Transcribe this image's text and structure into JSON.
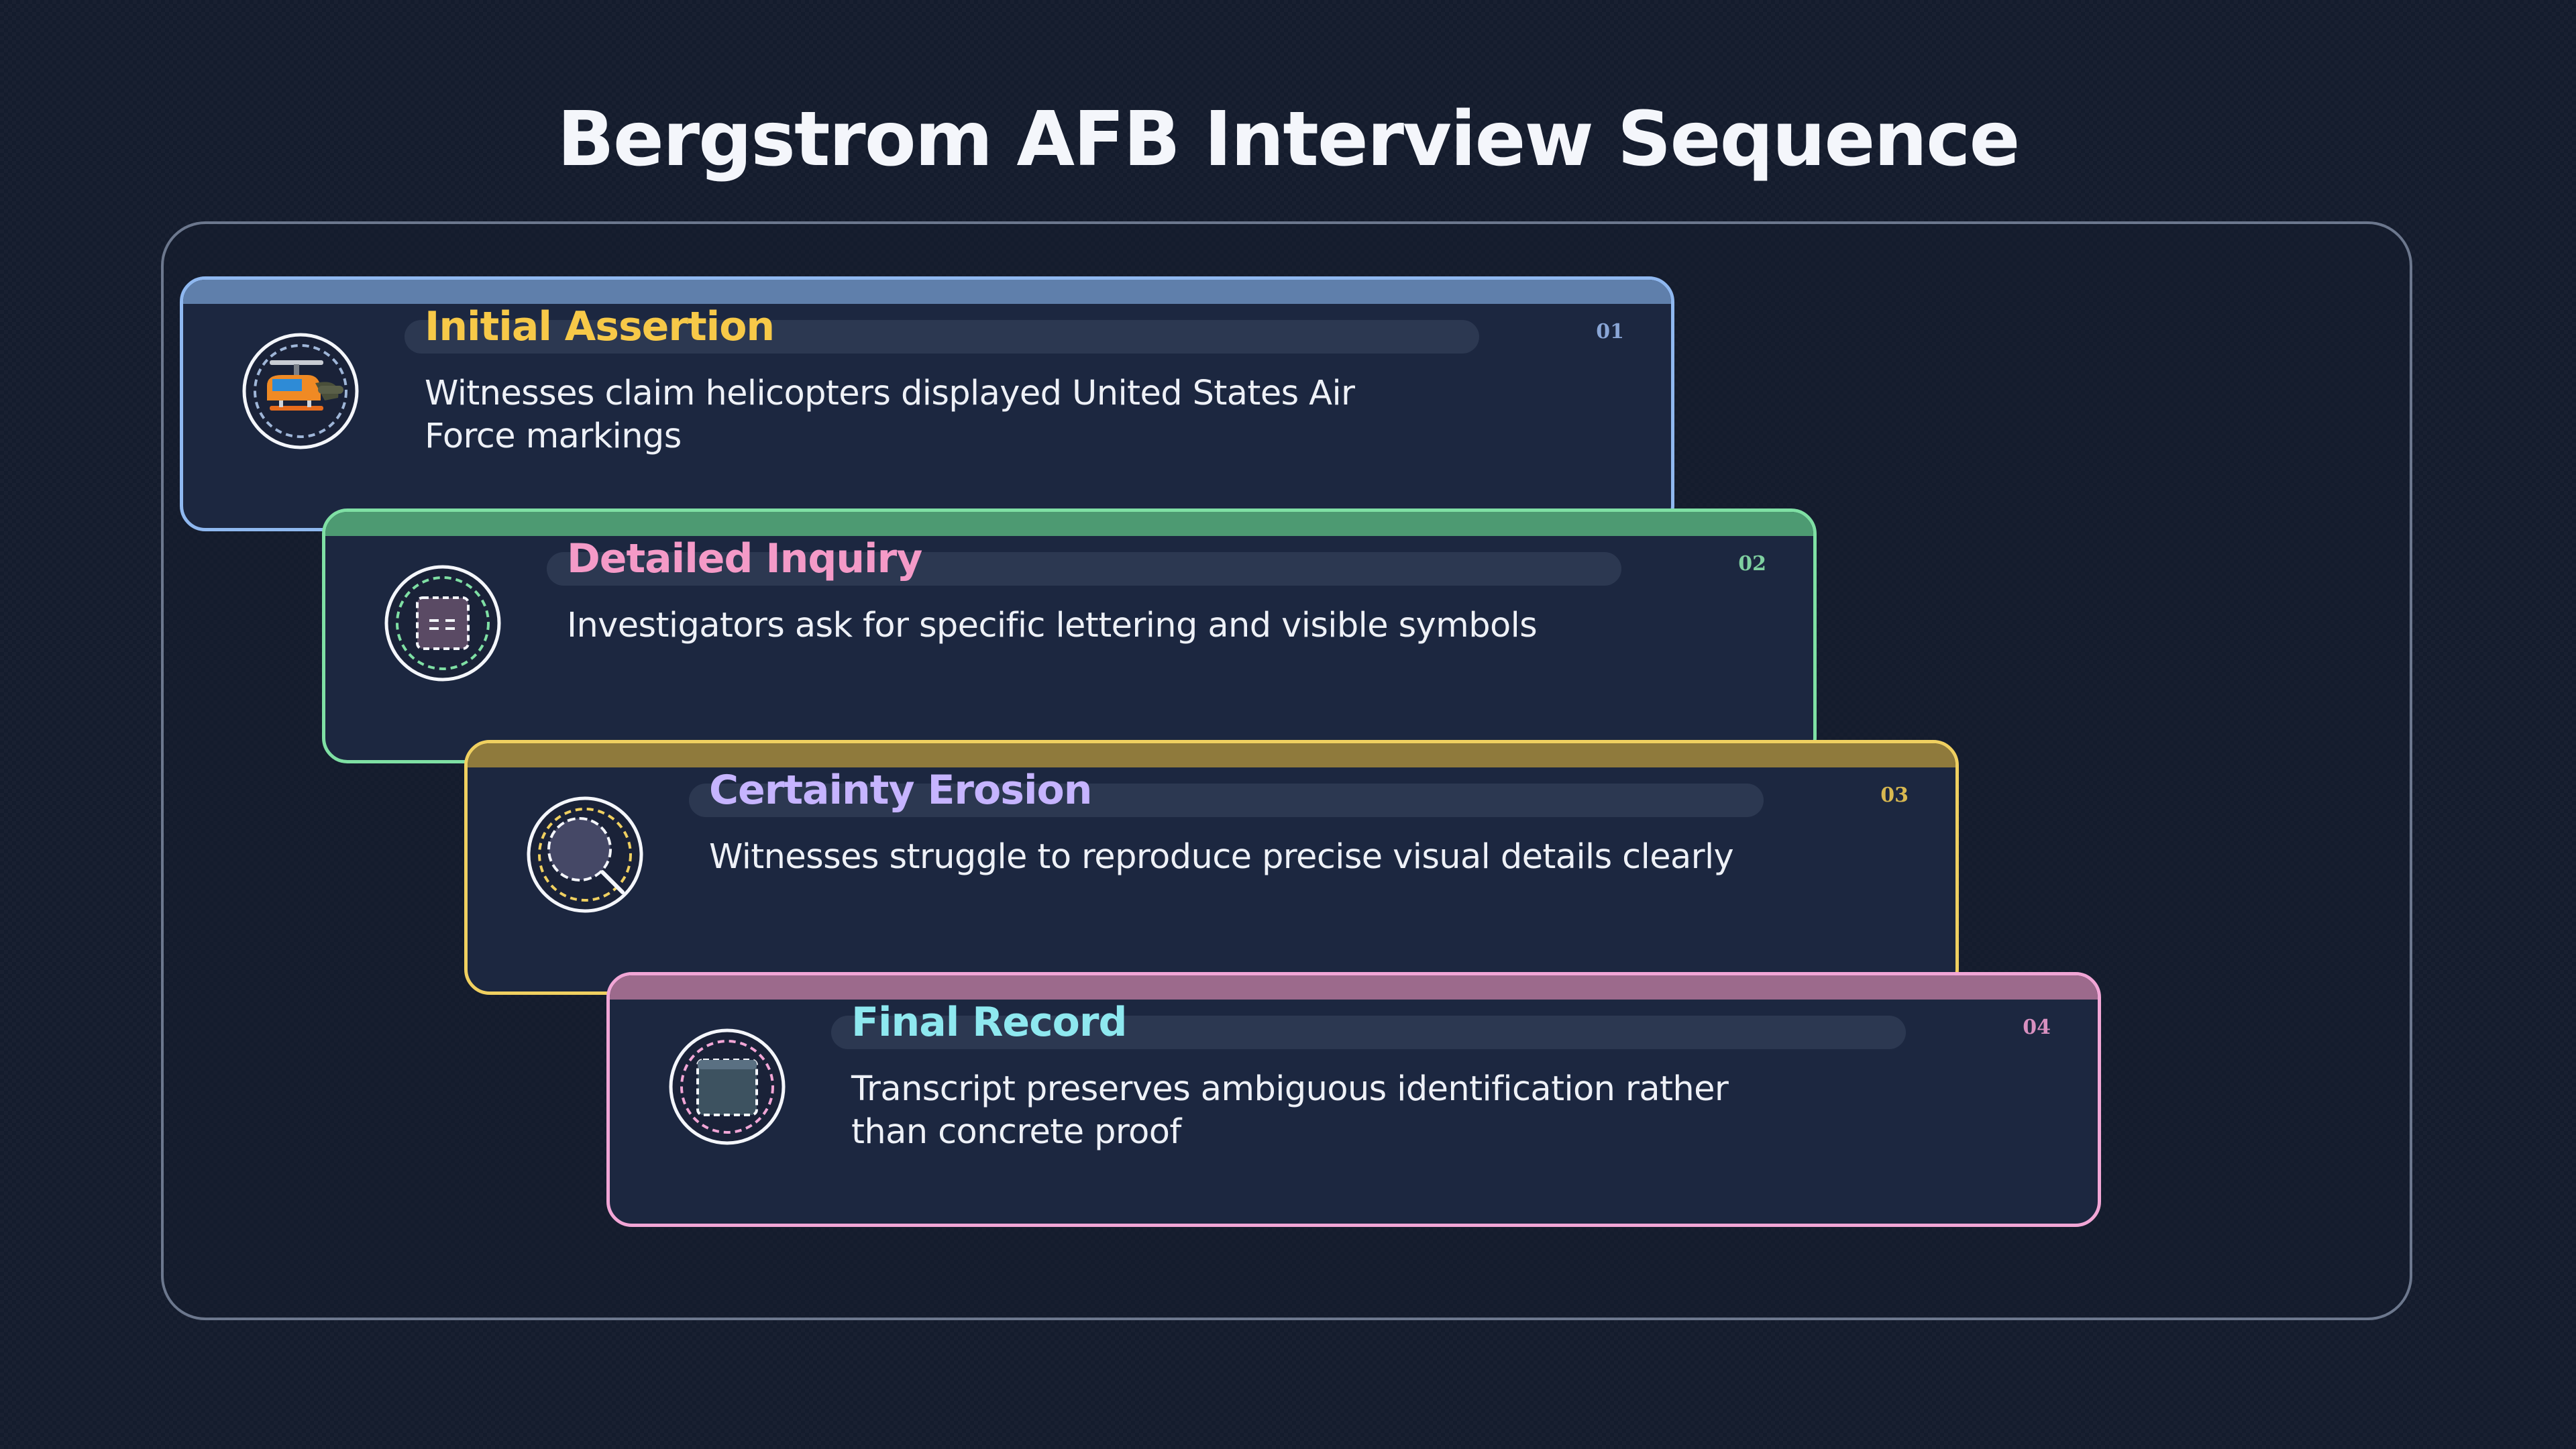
{
  "title": "Bergstrom AFB Interview Sequence",
  "colors": {
    "background": "#141c2d",
    "card_fill": "#1c2740"
  },
  "steps": [
    {
      "number": "01",
      "title": "Initial Assertion",
      "description": "Witnesses claim helicopters displayed United States Air Force markings",
      "icon": "helicopter-icon",
      "border_color": "#8fb8f0",
      "bar_color": "#5f7fab",
      "title_color": "#f7c948",
      "number_color": "#8aa6d6"
    },
    {
      "number": "02",
      "title": "Detailed Inquiry",
      "description": "Investigators ask for specific lettering and visible symbols",
      "icon": "lettering-icon",
      "border_color": "#7fe0a4",
      "bar_color": "#4d9a72",
      "title_color": "#f49ac7",
      "number_color": "#7fd0a0"
    },
    {
      "number": "03",
      "title": "Certainty Erosion",
      "description": "Witnesses struggle to reproduce precise visual details clearly",
      "icon": "magnifier-icon",
      "border_color": "#f0d060",
      "bar_color": "#8f7a3c",
      "title_color": "#c6b4ff",
      "number_color": "#d8b850"
    },
    {
      "number": "04",
      "title": "Final Record",
      "description": "Transcript preserves ambiguous identification rather than concrete proof",
      "icon": "document-icon",
      "border_color": "#f2a6d6",
      "bar_color": "#9c6a8c",
      "title_color": "#8ee8ef",
      "number_color": "#d890c0"
    }
  ]
}
